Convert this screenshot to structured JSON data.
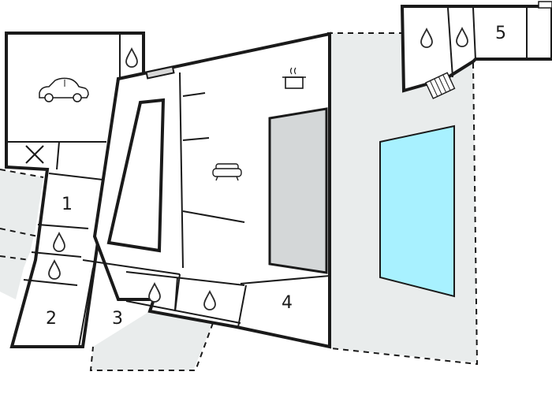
{
  "room_numbers": {
    "r1": "1",
    "r2": "2",
    "r3": "3",
    "r4": "4",
    "r5": "5"
  },
  "icons": [
    "car-icon",
    "pot-icon",
    "sofa-icon",
    "water-drop-icon",
    "stairs-icon",
    "x-mark-icon"
  ],
  "colors": {
    "wall": "#1a1a1a",
    "outdoor": "#e9ecec",
    "pool": "#a8f1ff",
    "shaded_room": "#d4d7d8"
  }
}
